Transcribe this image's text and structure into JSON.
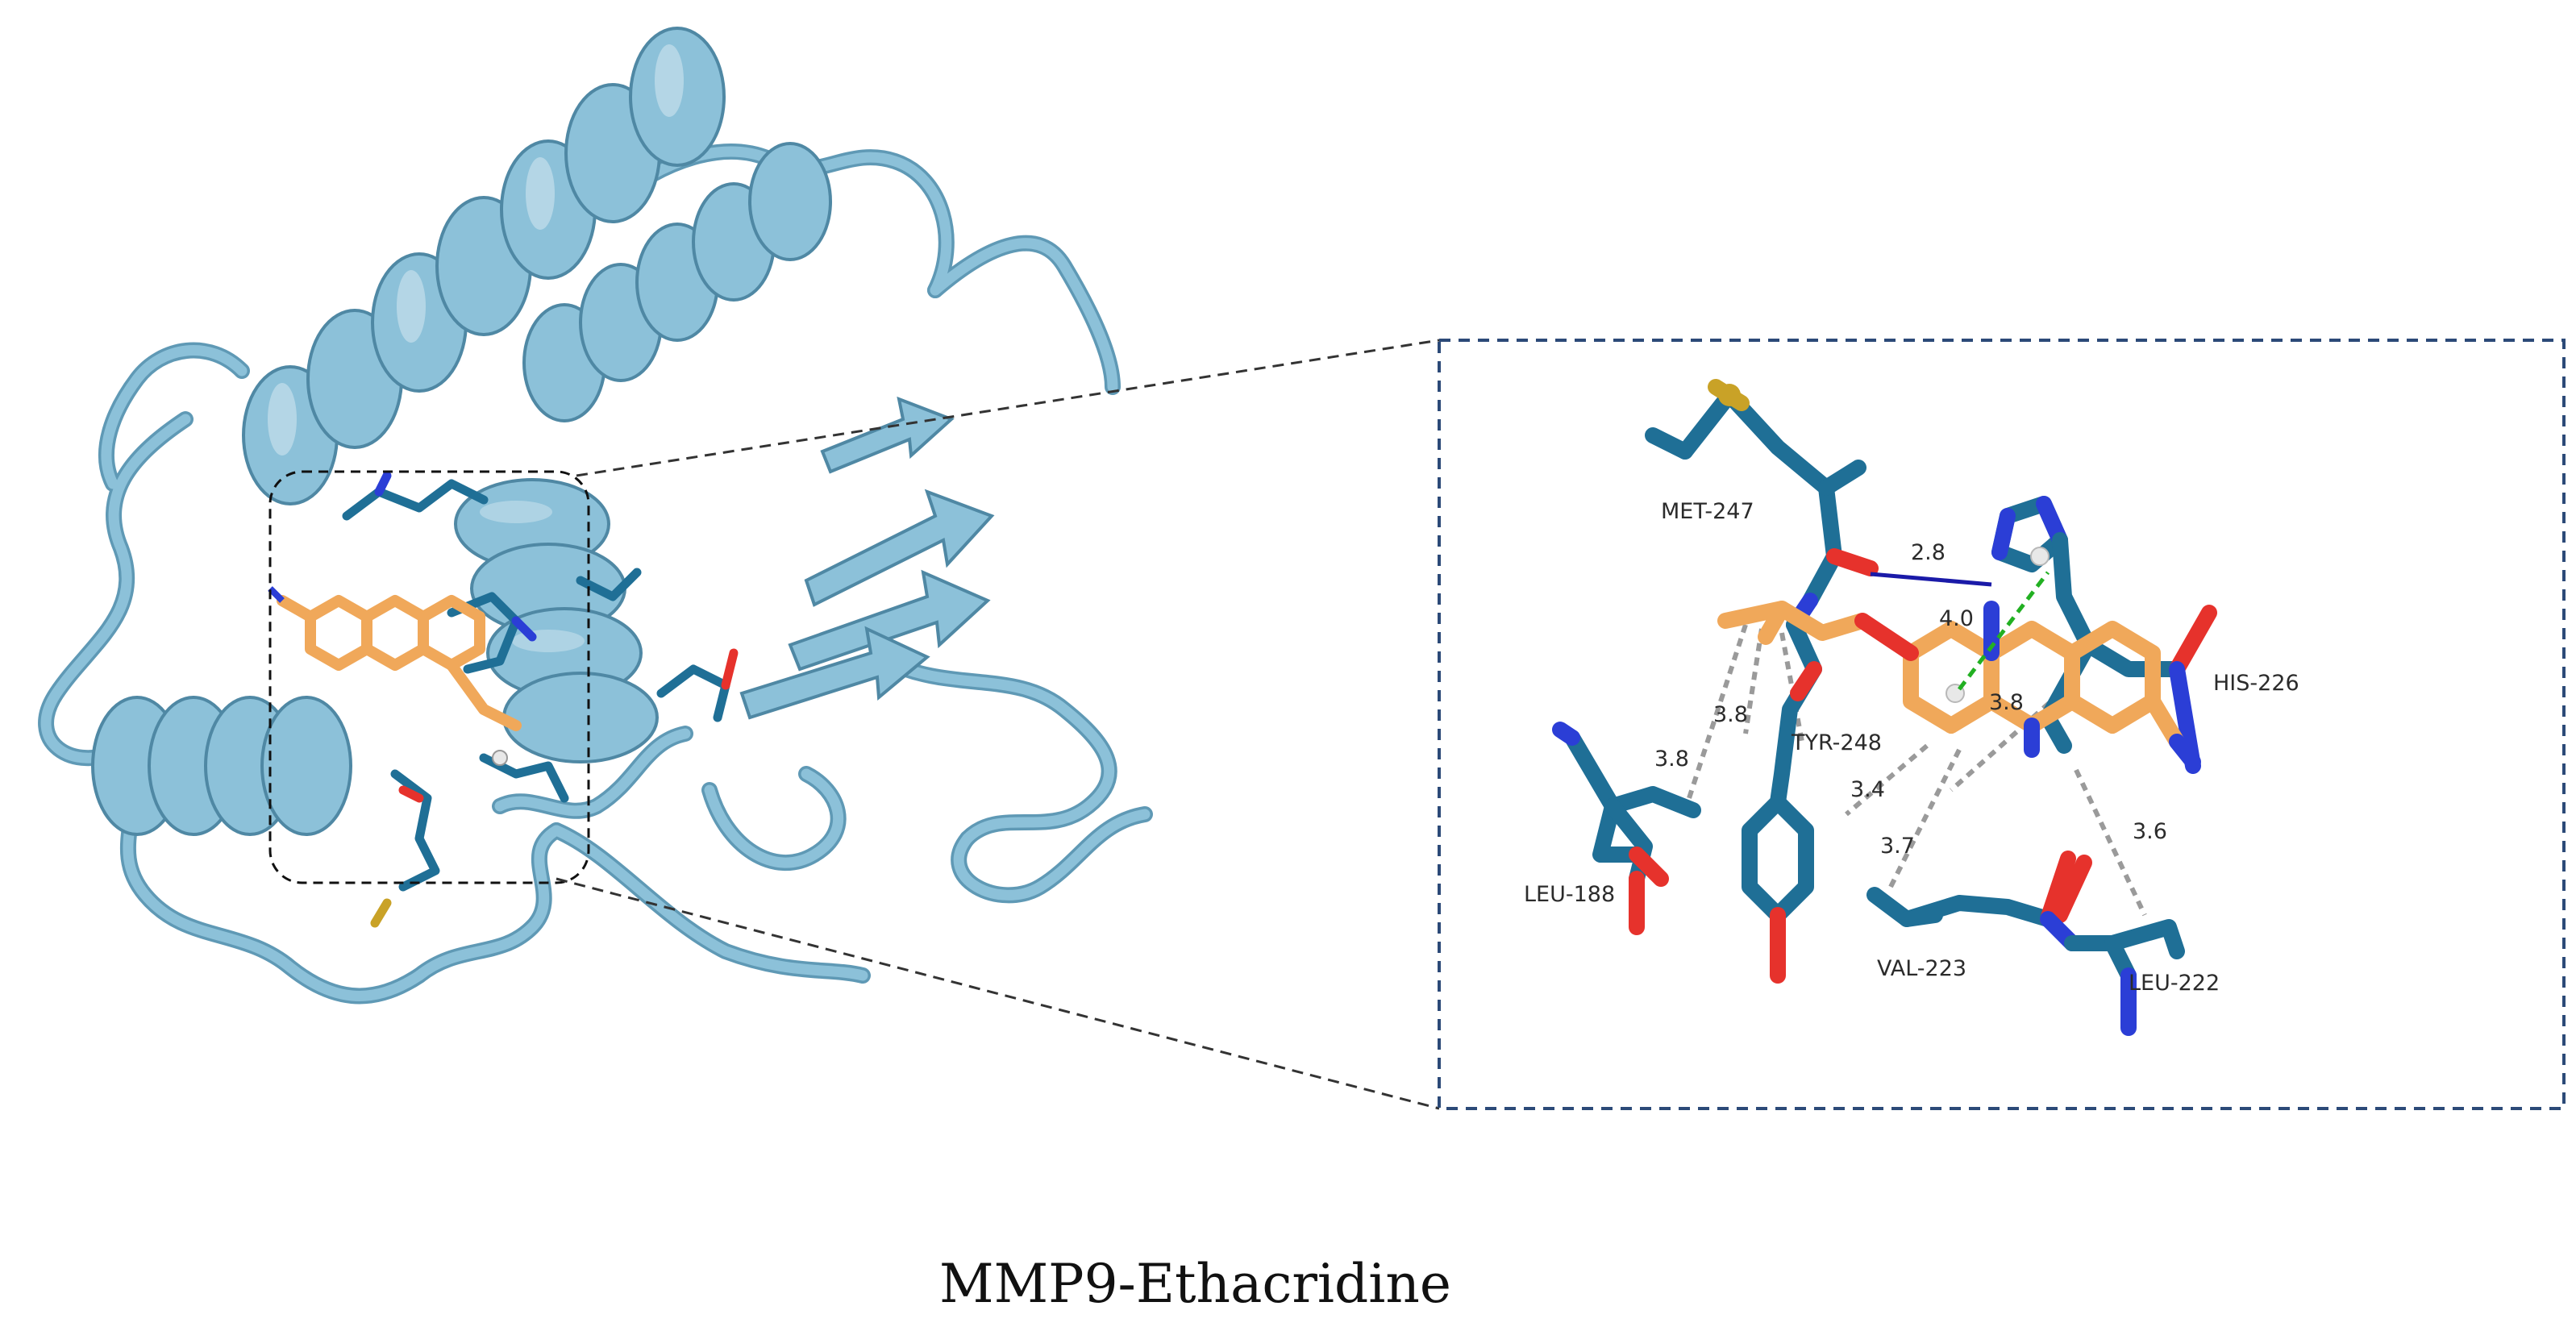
{
  "caption": "MMP9-Ethacridine",
  "colors": {
    "cartoon": "#8cc1d9",
    "cartoon_edge": "#5f99b5",
    "residue": "#1f6f96",
    "oxygen": "#e6322c",
    "nitrogen": "#2b3ed6",
    "sulfur": "#c9a227",
    "ligand": "#f0a85a",
    "hbond": "#1a1aa8",
    "pi_stack": "#22b022",
    "hydrophobic": "#9a9a9a",
    "box_border": "#2c4a78"
  },
  "residues": [
    {
      "id": "met247",
      "label": "MET-247"
    },
    {
      "id": "tyr248",
      "label": "TYR-248"
    },
    {
      "id": "his226",
      "label": "HIS-226"
    },
    {
      "id": "leu188",
      "label": "LEU-188"
    },
    {
      "id": "val223",
      "label": "VAL-223"
    },
    {
      "id": "leu222",
      "label": "LEU-222"
    }
  ],
  "distances": [
    {
      "id": "hbond",
      "value": "2.8",
      "type": "hydrogen-bond"
    },
    {
      "id": "pi",
      "value": "4.0",
      "type": "pi-stacking"
    },
    {
      "id": "d3",
      "value": "3.8",
      "type": "hydrophobic"
    },
    {
      "id": "d4",
      "value": "3.8",
      "type": "hydrophobic"
    },
    {
      "id": "d5",
      "value": "3.8",
      "type": "hydrophobic"
    },
    {
      "id": "d6",
      "value": "3.4",
      "type": "hydrophobic"
    },
    {
      "id": "d7",
      "value": "3.7",
      "type": "hydrophobic"
    },
    {
      "id": "d8",
      "value": "3.6",
      "type": "hydrophobic"
    }
  ]
}
